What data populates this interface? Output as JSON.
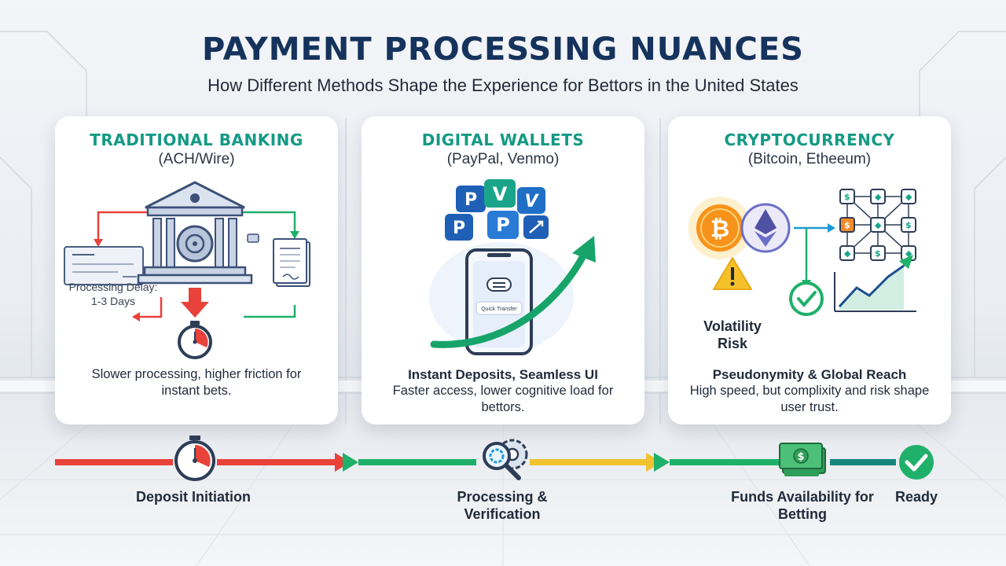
{
  "header": {
    "title": "PAYMENT PROCESSING NUANCES",
    "subtitle": "How Different Methods Shape the Experience for Bettors in the United States"
  },
  "cards": [
    {
      "title": "TRADITIONAL BANKING",
      "subtitle": "(ACH/Wire)",
      "art_label": "Processing Delay: 1-3 Days",
      "footer_strong": "",
      "footer": "Slower processing, higher friction for instant bets."
    },
    {
      "title": "DIGITAL WALLETS",
      "subtitle": "(PayPal, Venmo)",
      "phone_label": "Quick Transfer",
      "footer_strong": "Instant Deposits, Seamless UI",
      "footer": "Faster access, lower cognitive load for bettors."
    },
    {
      "title": "CRYPTOCURRENCY",
      "subtitle": "(Bitcoin, Etheeum)",
      "risk_label": "Volatility Risk",
      "footer_strong": "Pseudonymity & Global Reach",
      "footer": "High speed, but complixity and risk shape user trust."
    }
  ],
  "flow": {
    "steps": [
      {
        "label": "Deposit Initiation"
      },
      {
        "label": "Processing & Verification"
      },
      {
        "label": "Funds Availability for Betting"
      },
      {
        "label": "Ready"
      }
    ]
  },
  "colors": {
    "title": "#15335c",
    "accent_teal": "#139a84",
    "red": "#e8423a",
    "green": "#1fb06a",
    "yellow": "#f2c230",
    "teal_dark": "#16867a",
    "bitcoin": "#f7931a",
    "ethereum": "#6b6fc6"
  },
  "icons": [
    "bank-icon",
    "stopwatch-icon",
    "check-document-icon",
    "contract-icon",
    "phone-icon",
    "paypal-icon",
    "venmo-icon",
    "bitcoin-icon",
    "ethereum-icon",
    "blockchain-icon",
    "warning-icon",
    "check-icon",
    "growth-chart-icon",
    "gear-search-icon",
    "money-icon"
  ]
}
